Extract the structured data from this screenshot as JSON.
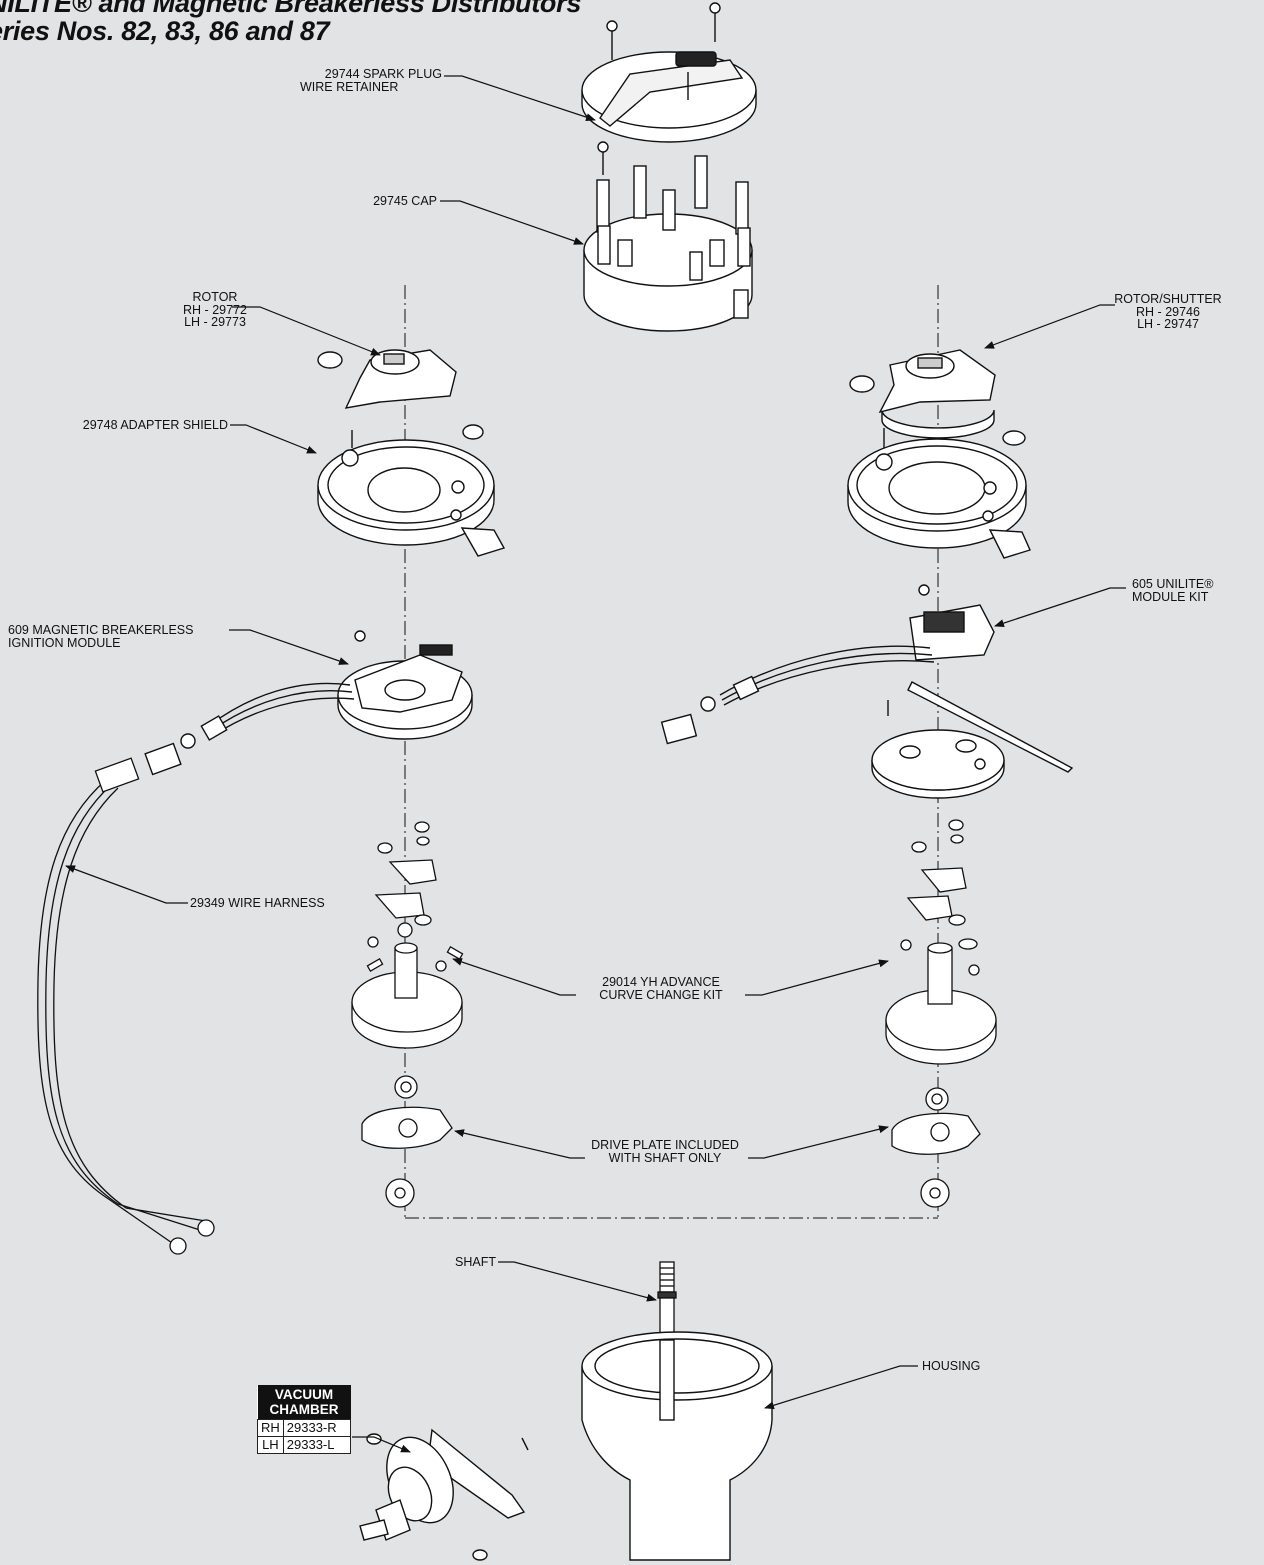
{
  "title": {
    "line1": "NILITE® and Magnetic Breakerless Distributors",
    "line2": "eries Nos. 82, 83, 86 and 87"
  },
  "callouts": {
    "spark_plug_retainer": {
      "line1": "29744 SPARK PLUG",
      "line2": "WIRE RETAINER"
    },
    "cap": "29745 CAP",
    "rotor": {
      "line1": "ROTOR",
      "line2": "RH - 29772",
      "line3": "LH - 29773"
    },
    "rotor_shutter": {
      "line1": "ROTOR/SHUTTER",
      "line2": "RH - 29746",
      "line3": "LH - 29747"
    },
    "adapter_shield": "29748 ADAPTER SHIELD",
    "unilite_module": {
      "line1": "605 UNILITE®",
      "line2": "MODULE KIT"
    },
    "magnetic_module": {
      "line1": "609 MAGNETIC BREAKERLESS",
      "line2": "IGNITION MODULE"
    },
    "wire_harness": "29349 WIRE HARNESS",
    "advance_kit": {
      "line1": "29014 YH ADVANCE",
      "line2": "CURVE CHANGE KIT"
    },
    "drive_plate": {
      "line1": "DRIVE PLATE INCLUDED",
      "line2": "WITH SHAFT ONLY"
    },
    "shaft": "SHAFT",
    "housing": "HOUSING"
  },
  "vacuum_chamber": {
    "heading_line1": "VACUUM",
    "heading_line2": "CHAMBER",
    "rows": [
      {
        "side": "RH",
        "part": "29333-R"
      },
      {
        "side": "LH",
        "part": "29333-L"
      }
    ]
  },
  "colors": {
    "background": "#e2e3e5",
    "part_fill": "#ffffff",
    "line": "#111111"
  }
}
